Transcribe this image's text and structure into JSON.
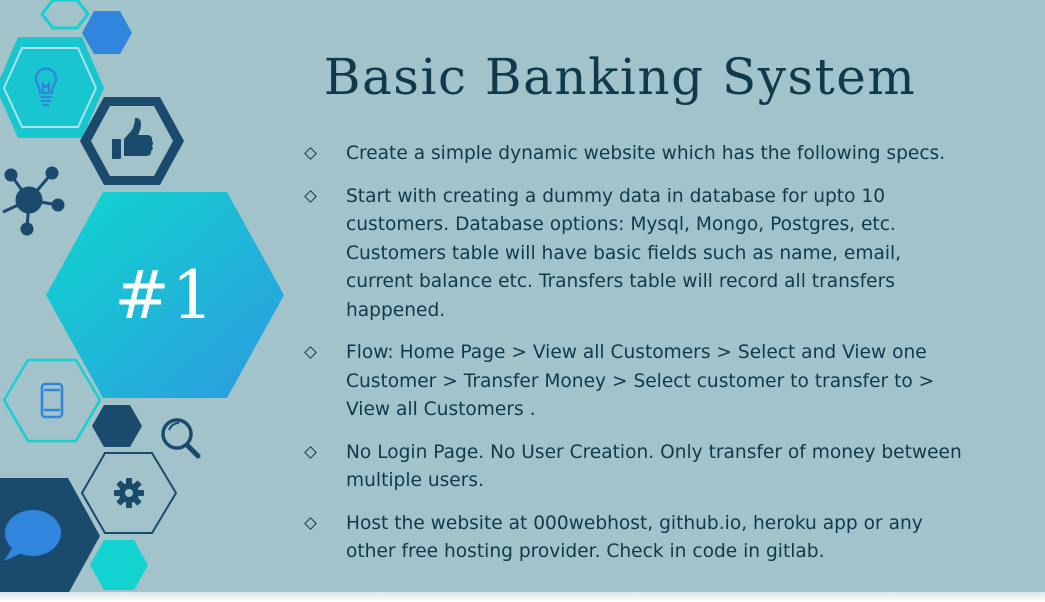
{
  "slide": {
    "title": "Basic Banking System",
    "badge": "#1",
    "specs": [
      "Create a simple dynamic website which has the following specs.",
      "Start with creating a dummy data in database for upto 10 customers. Database options: Mysql, Mongo, Postgres, etc. Customers table will have basic fields such as name, email, current balance etc. Transfers table will record all transfers happened.",
      "Flow: Home Page > View all Customers > Select and View one Customer > Transfer Money > Select customer to transfer to > View all Customers .",
      "No Login Page. No User Creation. Only transfer of money between multiple users.",
      "Host the website at 000webhost, github.io, heroku app or any other free hosting provider. Check in code in gitlab."
    ]
  },
  "decor_icons": [
    "lightbulb-icon",
    "thumbs-up-icon",
    "network-icon",
    "smartphone-icon",
    "search-icon",
    "gear-icon",
    "chat-bubble-icon"
  ],
  "colors": {
    "background": "#a3c3ca",
    "text": "#0f3a4c",
    "navy": "#1a4a6c",
    "teal": "#1bc8c9",
    "cyan": "#12d3cf",
    "blue": "#2f86dc"
  }
}
